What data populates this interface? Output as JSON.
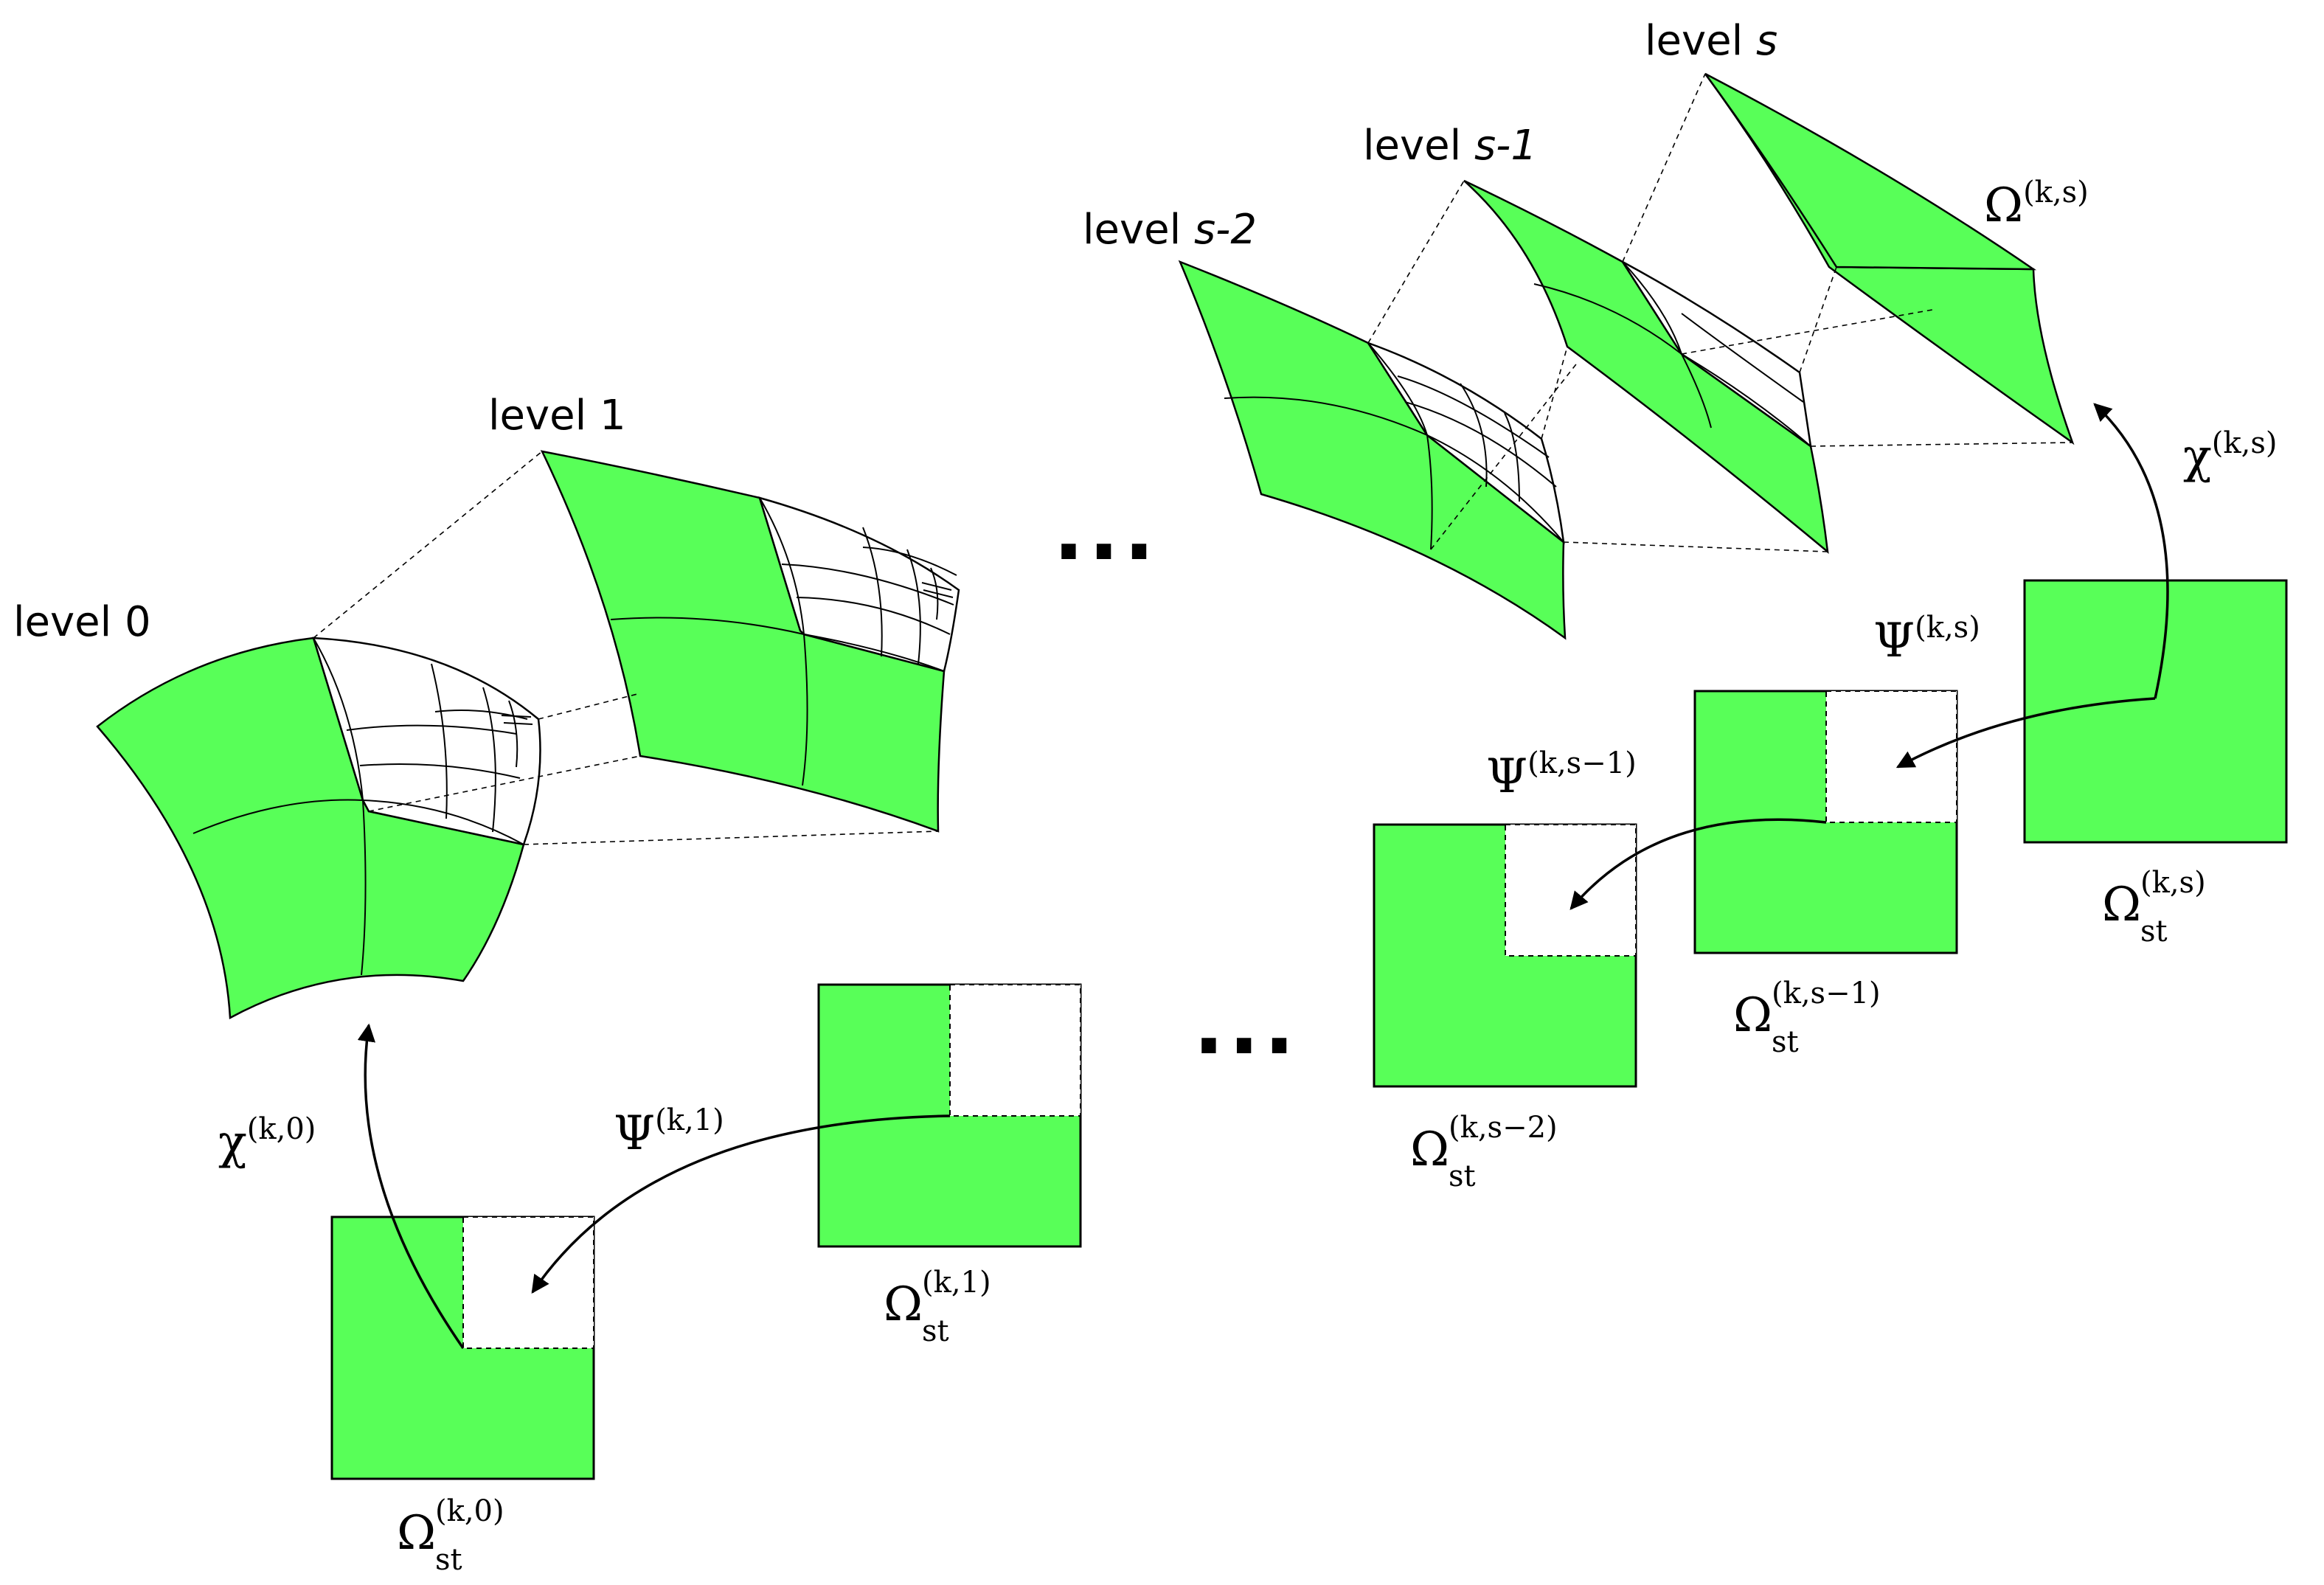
{
  "colors": {
    "patch_fill": "#58ff58",
    "white": "#ffffff",
    "stroke": "#000000"
  },
  "levels": {
    "level0": {
      "prefix": "level ",
      "value": "0"
    },
    "level1": {
      "prefix": "level ",
      "value": "1"
    },
    "level_s2": {
      "prefix": "level ",
      "value": "s-2"
    },
    "level_s1": {
      "prefix": "level ",
      "value": "s-1"
    },
    "level_s": {
      "prefix": "level ",
      "value": "s"
    }
  },
  "ellipsis": "...",
  "maps": {
    "chi_k0": {
      "base": "χ",
      "sup": "(k,0)"
    },
    "chi_ks": {
      "base": "χ",
      "sup": "(k,s)"
    },
    "psi_k1": {
      "base": "Ψ",
      "sup": "(k,1)"
    },
    "psi_ks": {
      "base": "Ψ",
      "sup": "(k,s)"
    },
    "psi_ks1": {
      "base": "Ψ",
      "sup": "(k,s−1)"
    }
  },
  "domains": {
    "omega_ks": {
      "base": "Ω",
      "sup": "(k,s)"
    },
    "omega_st_k0": {
      "base": "Ω",
      "sub": "st",
      "sup": "(k,0)"
    },
    "omega_st_k1": {
      "base": "Ω",
      "sub": "st",
      "sup": "(k,1)"
    },
    "omega_st_ks2": {
      "base": "Ω",
      "sub": "st",
      "sup": "(k,s−2)"
    },
    "omega_st_ks1": {
      "base": "Ω",
      "sub": "st",
      "sup": "(k,s−1)"
    },
    "omega_st_ks": {
      "base": "Ω",
      "sub": "st",
      "sup": "(k,s)"
    }
  }
}
